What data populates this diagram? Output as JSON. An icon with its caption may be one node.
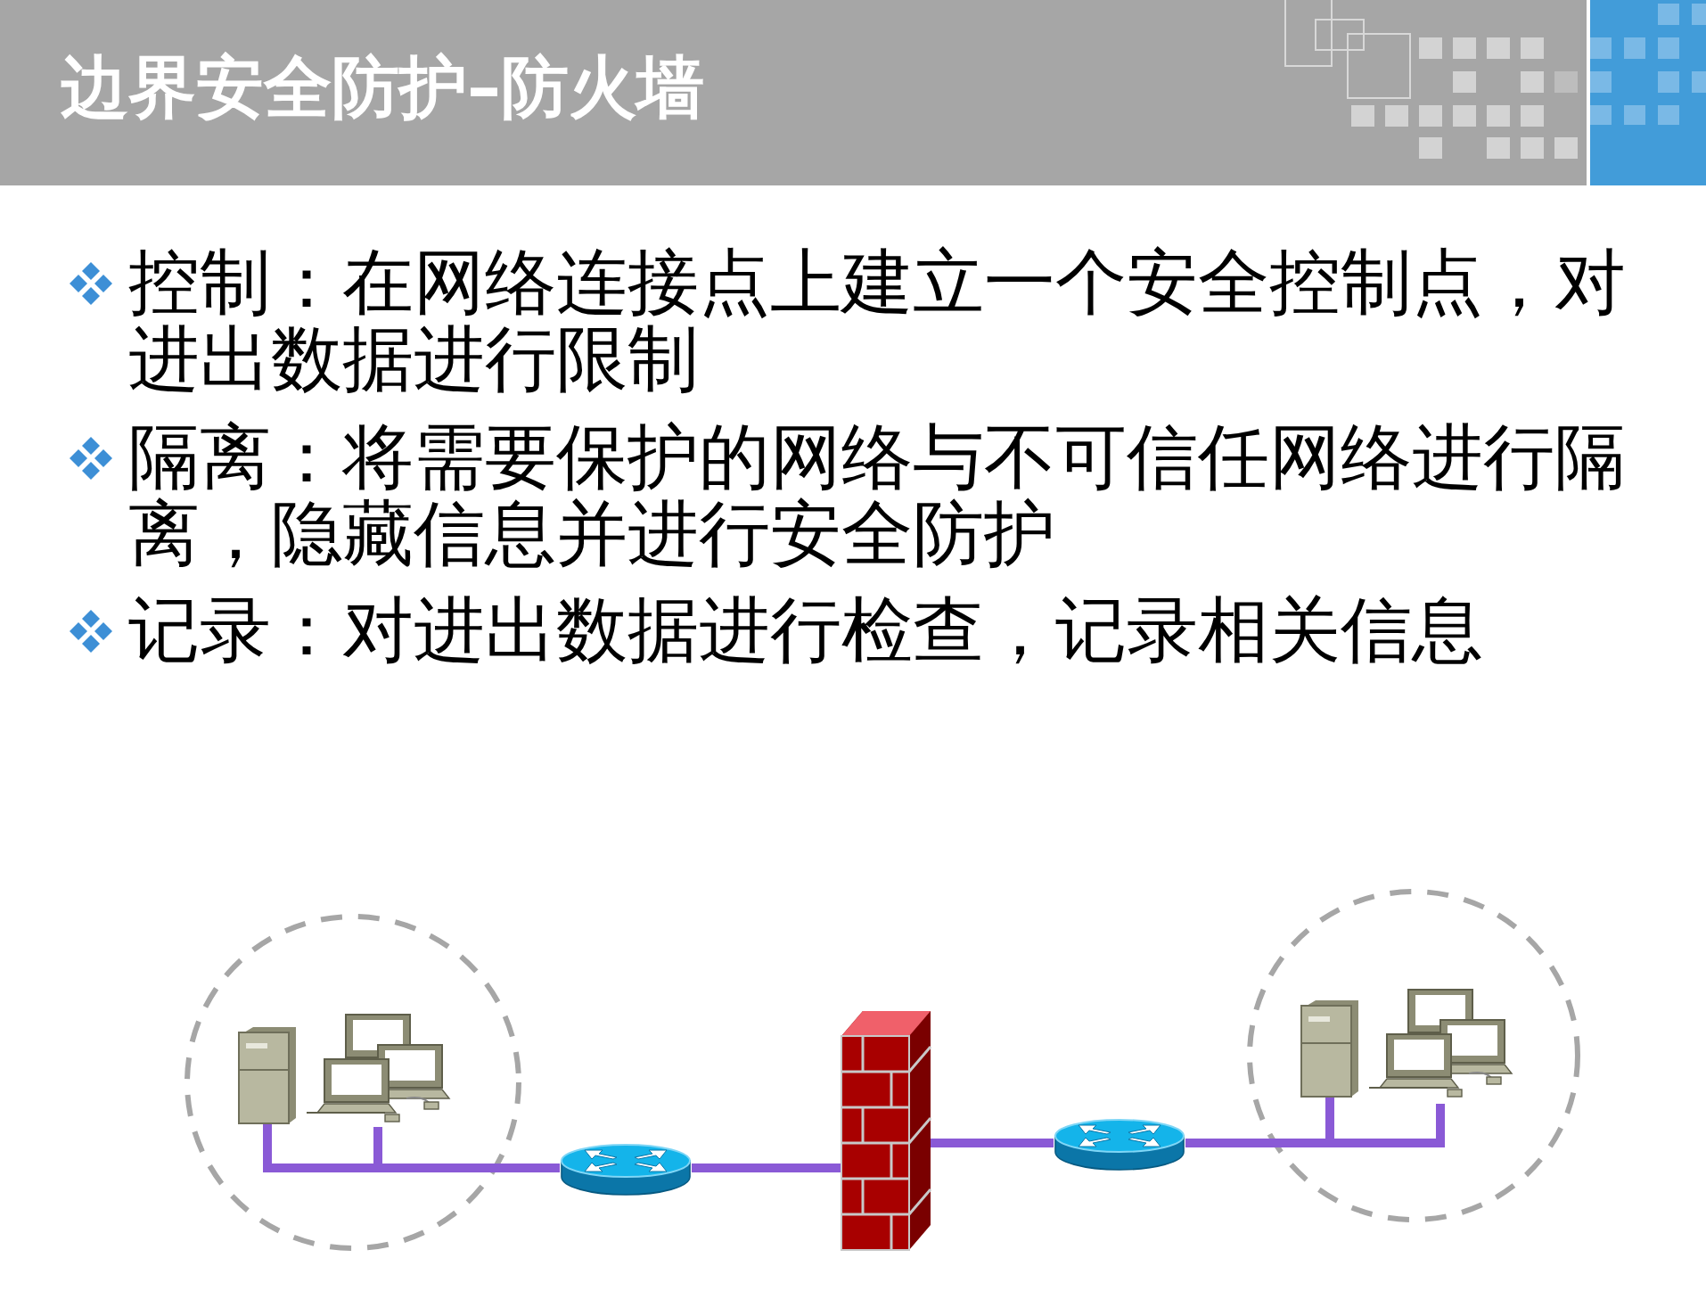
{
  "diagram": {
    "title": "边界安全防护–防火墙",
    "nodes": [
      {
        "text": [],
        "shape": "picture"
      },
      {
        "text": [],
        "shape": "picture"
      },
      {
        "text": [],
        "shape": "picture"
      },
      {
        "text": [],
        "shape": "picture"
      },
      {
        "text": [],
        "shape": "picture"
      },
      {
        "text": [],
        "shape": "picture"
      },
      {
        "text": [],
        "shape": "picture"
      }
    ],
    "edges": [
      {
        "from": 0,
        "to": 2,
        "arrow": "none"
      },
      {
        "from": 1,
        "to": 2,
        "arrow": "none"
      },
      {
        "from": 2,
        "to": 3,
        "arrow": "none"
      },
      {
        "from": 3,
        "to": 4,
        "arrow": "none"
      },
      {
        "from": 4,
        "to": 5,
        "arrow": "none"
      },
      {
        "from": 4,
        "to": 6,
        "arrow": "none"
      }
    ],
    "labels": [
      "控制：在网络连接点上建立一个安全控制点，对进出数据进行限制",
      "隔离：将需要保护的网络与不可信任网络进行隔离，隐藏信息并进行安全防护",
      "记录：对进出数据进行检查，记录相关信息"
    ]
  }
}
